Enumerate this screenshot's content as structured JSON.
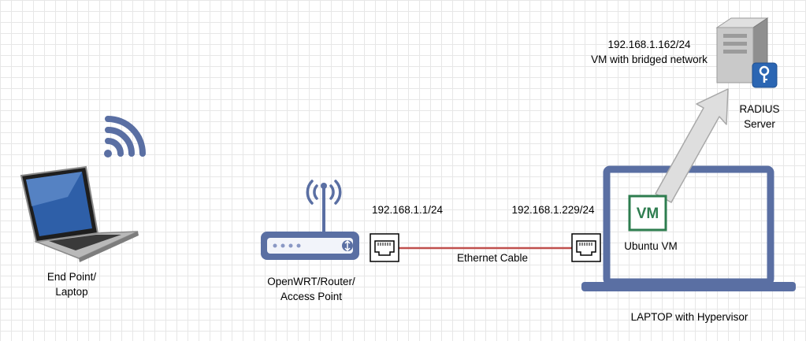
{
  "colors": {
    "device_blue": "#5a6fa3",
    "dark_blue": "#3f5081",
    "vm_green": "#2e7d4f",
    "cable_red": "#c0504d",
    "arrow_gray": "#d9d9d9",
    "grid": "#e7e7e7"
  },
  "nodes": {
    "endpoint": {
      "line1": "End Point/",
      "line2": "Laptop",
      "icon": "laptop-icon"
    },
    "router": {
      "line1": "OpenWRT/Router/",
      "line2": "Access Point",
      "icon": "router-icon",
      "ip": "192.168.1.1/24"
    },
    "laptop_host": {
      "label": "LAPTOP with Hypervisor",
      "ip": "192.168.1.229/24",
      "icon": "laptop-outline-icon"
    },
    "vm": {
      "badge": "VM",
      "label": "Ubuntu VM"
    },
    "radius": {
      "line1": "RADIUS",
      "line2": "Server",
      "icon": "server-key-icon",
      "ip": "192.168.1.162/24",
      "note": "VM with bridged network"
    }
  },
  "edges": {
    "cable_label": "Ethernet Cable"
  }
}
